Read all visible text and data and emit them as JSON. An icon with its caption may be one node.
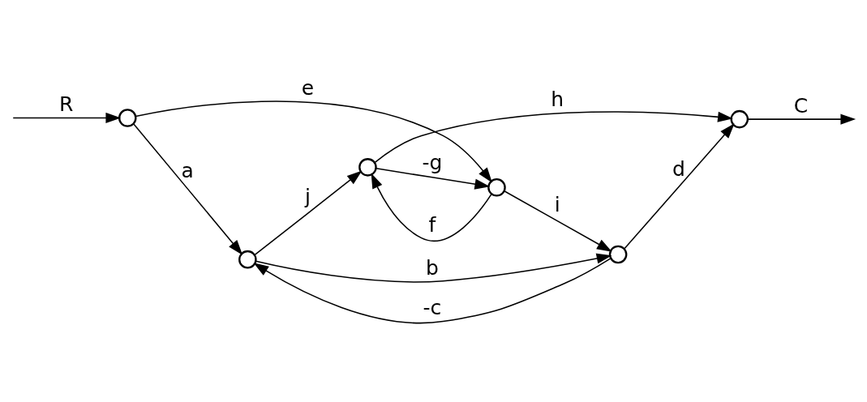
{
  "diagram": {
    "nodes": [
      {
        "text": [],
        "shape": "circle"
      },
      {
        "text": [],
        "shape": "circle"
      },
      {
        "text": [],
        "shape": "circle"
      },
      {
        "text": [],
        "shape": "circle"
      },
      {
        "text": [],
        "shape": "circle"
      },
      {
        "text": [],
        "shape": "circle"
      }
    ],
    "edges": [
      {
        "from": null,
        "to": 0,
        "arrow": "to",
        "label": "R"
      },
      {
        "from": 0,
        "to": 1,
        "arrow": "to",
        "label": "a"
      },
      {
        "from": 0,
        "to": 3,
        "arrow": "to",
        "label": "e"
      },
      {
        "from": 1,
        "to": 2,
        "arrow": "to",
        "label": "b"
      },
      {
        "from": 2,
        "to": 1,
        "arrow": "to",
        "label": "-c"
      },
      {
        "from": 2,
        "to": 5,
        "arrow": "to",
        "label": "d"
      },
      {
        "from": 3,
        "to": 2,
        "arrow": "to",
        "label": "i"
      },
      {
        "from": 1,
        "to": 4,
        "arrow": "to",
        "label": "j"
      },
      {
        "from": 3,
        "to": 4,
        "arrow": "to",
        "label": "f"
      },
      {
        "from": 4,
        "to": 3,
        "arrow": "to",
        "label": "-g"
      },
      {
        "from": 4,
        "to": 5,
        "arrow": "to",
        "label": "h"
      },
      {
        "from": 5,
        "to": null,
        "arrow": "to",
        "label": "C"
      }
    ]
  }
}
